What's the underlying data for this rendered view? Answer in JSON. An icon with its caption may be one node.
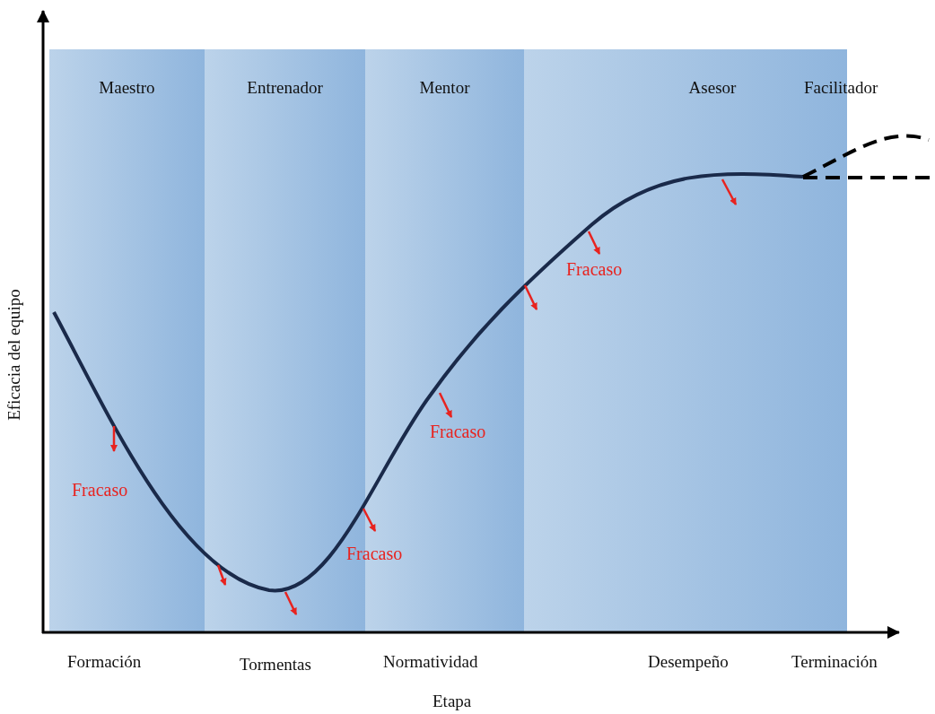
{
  "diagram": {
    "nodes": [
      {
        "text": [
          "Maestro"
        ]
      },
      {
        "text": [
          "Entrenador"
        ]
      },
      {
        "text": [
          "Mentor"
        ]
      },
      {
        "text": [
          "Asesor"
        ]
      }
    ],
    "edges": [],
    "labels": [
      "Facilitador",
      "Eficacia del equipo",
      "Fracaso",
      "Fracaso",
      "Fracaso",
      "Fracaso",
      "Formación",
      "Tormentas",
      "Normatividad",
      "Desempeño",
      "Terminación",
      "Etapa"
    ]
  }
}
